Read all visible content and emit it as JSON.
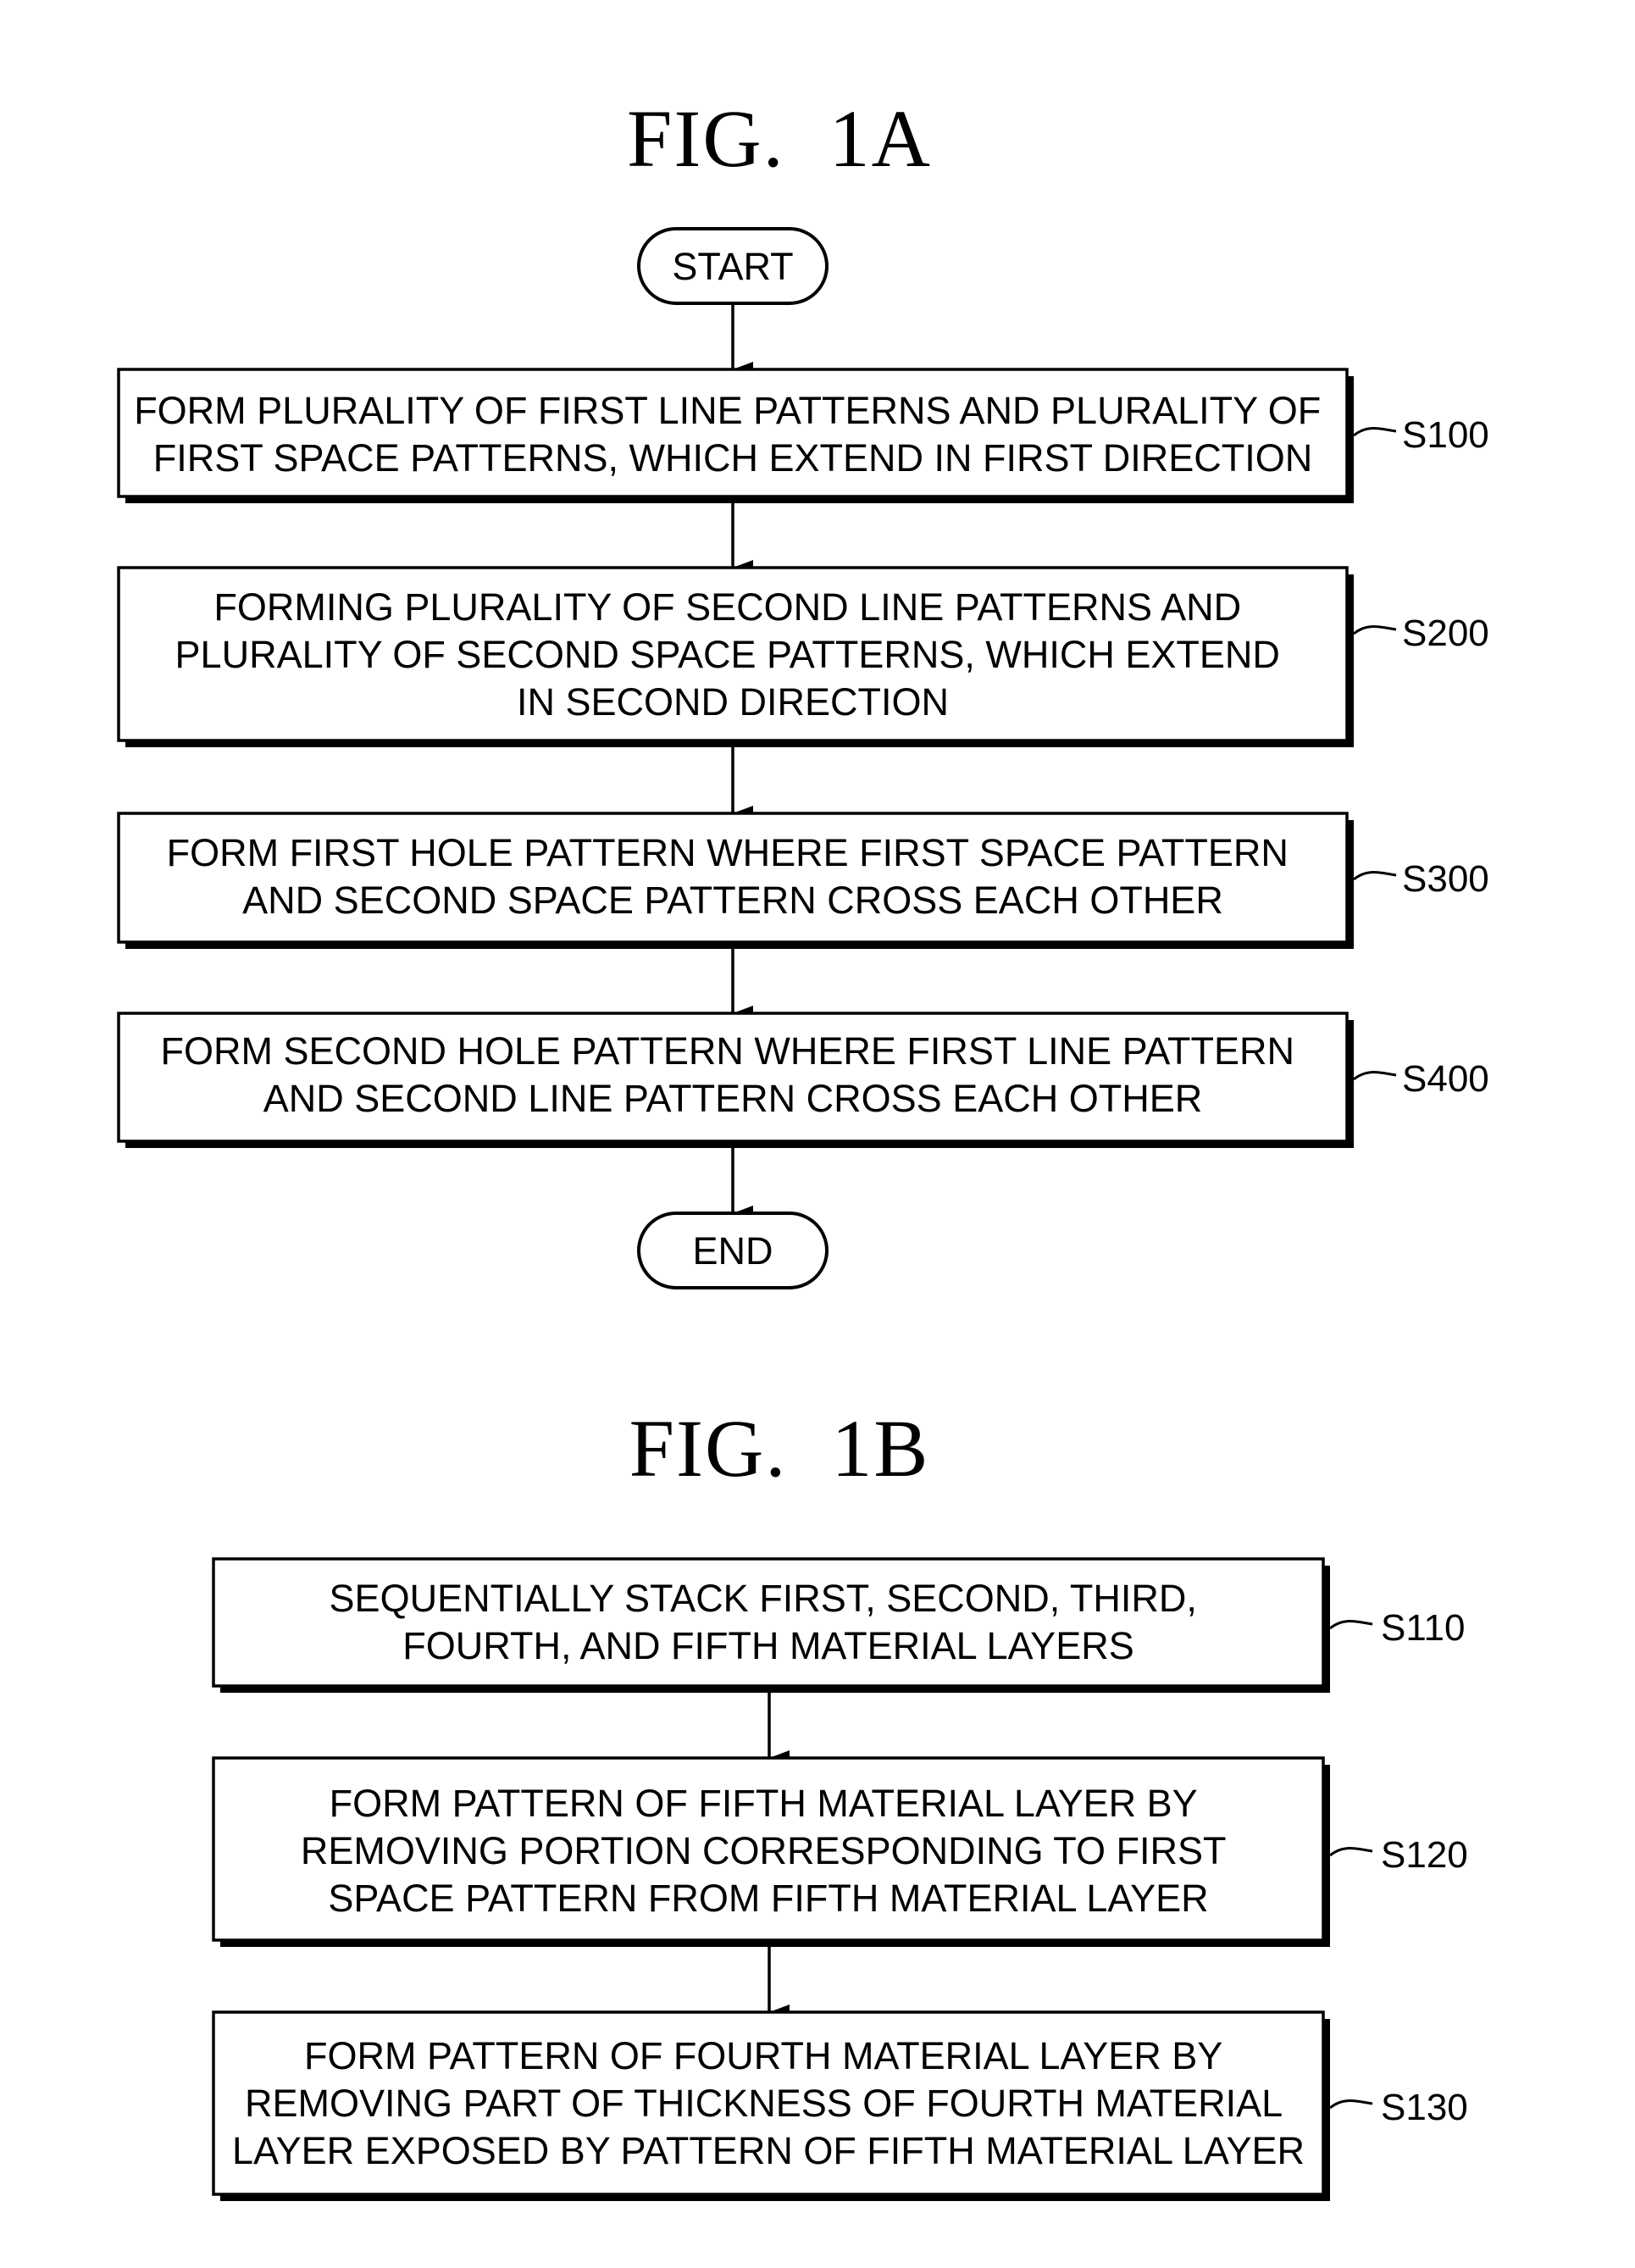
{
  "figures": [
    {
      "title": "FIG.  1A",
      "start": "START",
      "end": "END",
      "steps": [
        {
          "label": "S100",
          "lines": [
            "FORM PLURALITY OF FIRST LINE PATTERNS AND PLURALITY OF",
            "FIRST SPACE PATTERNS, WHICH EXTEND IN FIRST DIRECTION"
          ]
        },
        {
          "label": "S200",
          "lines": [
            "FORMING PLURALITY OF SECOND LINE PATTERNS AND",
            "PLURALITY OF SECOND SPACE PATTERNS, WHICH EXTEND",
            "IN SECOND DIRECTION"
          ]
        },
        {
          "label": "S300",
          "lines": [
            "FORM FIRST HOLE PATTERN WHERE FIRST SPACE PATTERN",
            "AND SECOND SPACE PATTERN CROSS EACH OTHER"
          ]
        },
        {
          "label": "S400",
          "lines": [
            "FORM SECOND HOLE PATTERN WHERE FIRST LINE PATTERN",
            "AND SECOND LINE PATTERN CROSS EACH OTHER"
          ]
        }
      ]
    },
    {
      "title": "FIG.  1B",
      "steps": [
        {
          "label": "S110",
          "lines": [
            "SEQUENTIALLY STACK FIRST, SECOND, THIRD,",
            "FOURTH, AND FIFTH MATERIAL LAYERS"
          ]
        },
        {
          "label": "S120",
          "lines": [
            "FORM PATTERN OF FIFTH MATERIAL LAYER BY",
            "REMOVING PORTION CORRESPONDING TO FIRST",
            "SPACE PATTERN FROM FIFTH MATERIAL LAYER"
          ]
        },
        {
          "label": "S130",
          "lines": [
            "FORM PATTERN OF FOURTH MATERIAL LAYER BY",
            "REMOVING PART OF THICKNESS OF FOURTH MATERIAL",
            "LAYER EXPOSED BY PATTERN OF FIFTH MATERIAL LAYER"
          ]
        }
      ]
    }
  ]
}
